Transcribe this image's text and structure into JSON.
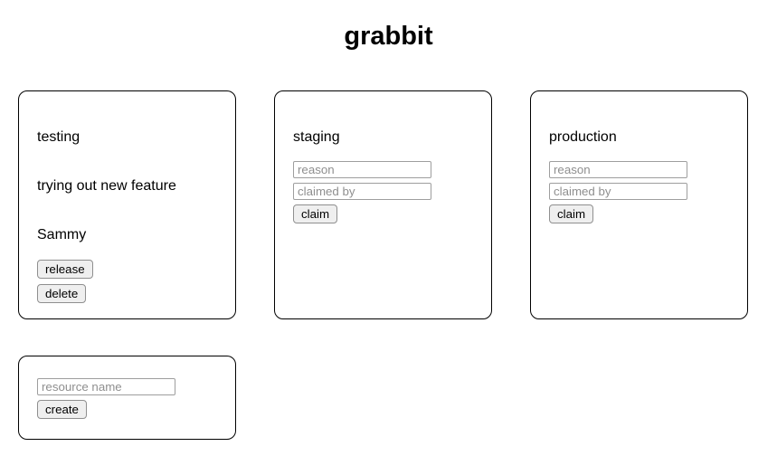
{
  "app": {
    "title": "grabbit"
  },
  "resources": [
    {
      "name": "testing",
      "reason": "trying out new feature",
      "claimed_by": "Sammy",
      "buttons": {
        "release": "release",
        "delete": "delete"
      }
    },
    {
      "name": "staging",
      "inputs": {
        "reason_placeholder": "reason",
        "claimed_by_placeholder": "claimed by"
      },
      "buttons": {
        "claim": "claim"
      }
    },
    {
      "name": "production",
      "inputs": {
        "reason_placeholder": "reason",
        "claimed_by_placeholder": "claimed by"
      },
      "buttons": {
        "claim": "claim"
      }
    }
  ],
  "create_form": {
    "name_placeholder": "resource name",
    "buttons": {
      "create": "create"
    }
  },
  "colors": {
    "background": "#ffffff",
    "text": "#000000",
    "card_border": "#000000",
    "input_border": "#9e9e9e",
    "placeholder_text": "#8f8f8f",
    "button_background": "#efefef",
    "button_border": "#8f8f8f"
  }
}
